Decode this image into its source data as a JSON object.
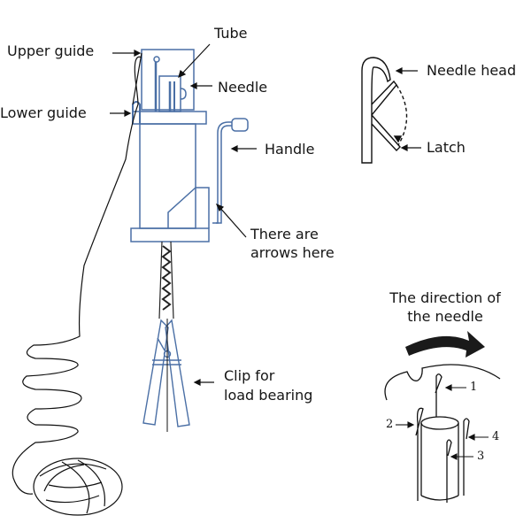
{
  "labels": {
    "upper_guide": "Upper guide",
    "tube": "Tube",
    "needle": "Needle",
    "lower_guide": "Lower guide",
    "handle": "Handle",
    "arrows_line1": "There are",
    "arrows_line2": "arrows here",
    "clip_line1": "Clip for",
    "clip_line2": "load bearing",
    "needle_head": "Needle head",
    "latch": "Latch",
    "direction_line1": "The direction of",
    "direction_line2": "the needle"
  },
  "needle_positions": [
    "1",
    "2",
    "3",
    "4"
  ],
  "colors": {
    "machine_outline": "#4a6fa5",
    "line": "#111111",
    "arrow_fill": "#1a1a1a"
  }
}
